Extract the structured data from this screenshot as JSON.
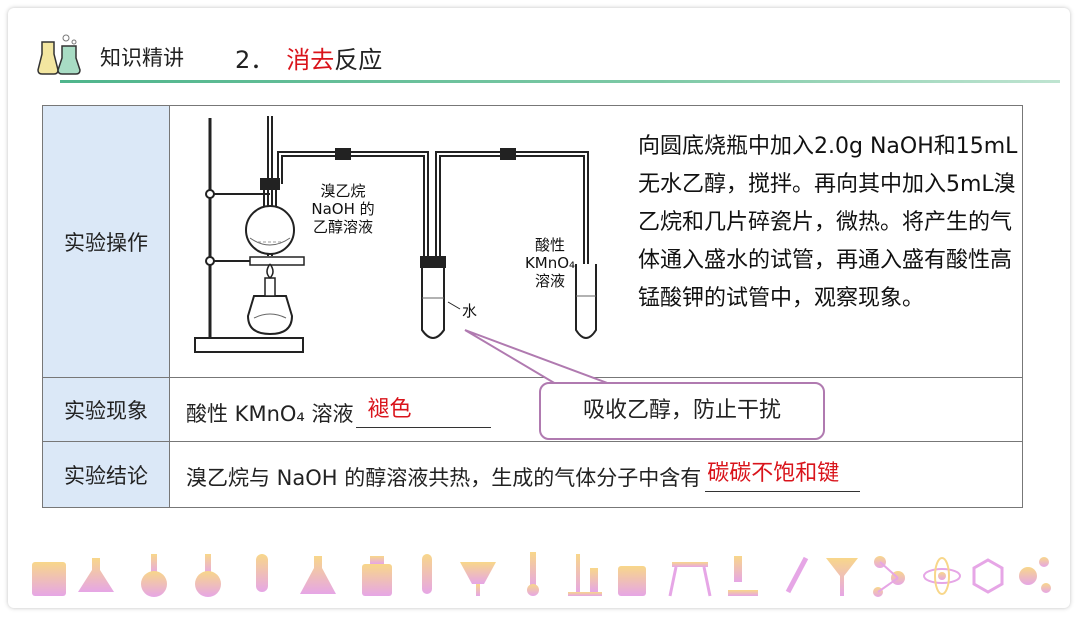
{
  "header": {
    "section": "知识精讲",
    "number": "2．",
    "title_red": "消去",
    "title_rest": "反应"
  },
  "table": {
    "row1": {
      "label": "实验操作",
      "text": "向圆底烧瓶中加入2.0g NaOH和15mL无水乙醇，搅拌。再向其中加入5mL溴乙烷和几片碎瓷片，微热。将产生的气体通入盛水的试管，再通入盛有酸性高锰酸钾的试管中，观察现象。",
      "diagram": {
        "flask_label_1": "溴乙烷",
        "flask_label_2": "NaOH 的",
        "flask_label_3": "乙醇溶液",
        "water_label": "水",
        "kmno4_label_1": "酸性",
        "kmno4_label_2": "KMnO₄",
        "kmno4_label_3": "溶液"
      }
    },
    "row2": {
      "label": "实验现象",
      "prefix": "酸性 KMnO₄ 溶液",
      "answer": "褪色"
    },
    "row3": {
      "label": "实验结论",
      "text": "溴乙烷与 NaOH 的醇溶液共热，生成的气体分子中含有",
      "answer": "碳碳不饱和键"
    }
  },
  "callout": "吸收乙醇，防止干扰",
  "icons": [
    "beaker-icon",
    "flask-icon",
    "round-flask-icon",
    "round-flask-icon",
    "test-tube-icon",
    "conical-flask-icon",
    "reagent-bottle-icon",
    "test-tube-icon",
    "separatory-funnel-icon",
    "thermometer-icon",
    "stand-icon",
    "beaker-icon",
    "tripod-icon",
    "microscope-icon",
    "dropper-icon",
    "funnel-icon",
    "molecule-icon",
    "atom-icon",
    "benzene-icon",
    "molecule-icon"
  ],
  "colors": {
    "accent_red": "#d9141b",
    "label_bg": "#dbe8f7",
    "callout_border": "#b07ab0",
    "line_green": "#4fb58c"
  }
}
